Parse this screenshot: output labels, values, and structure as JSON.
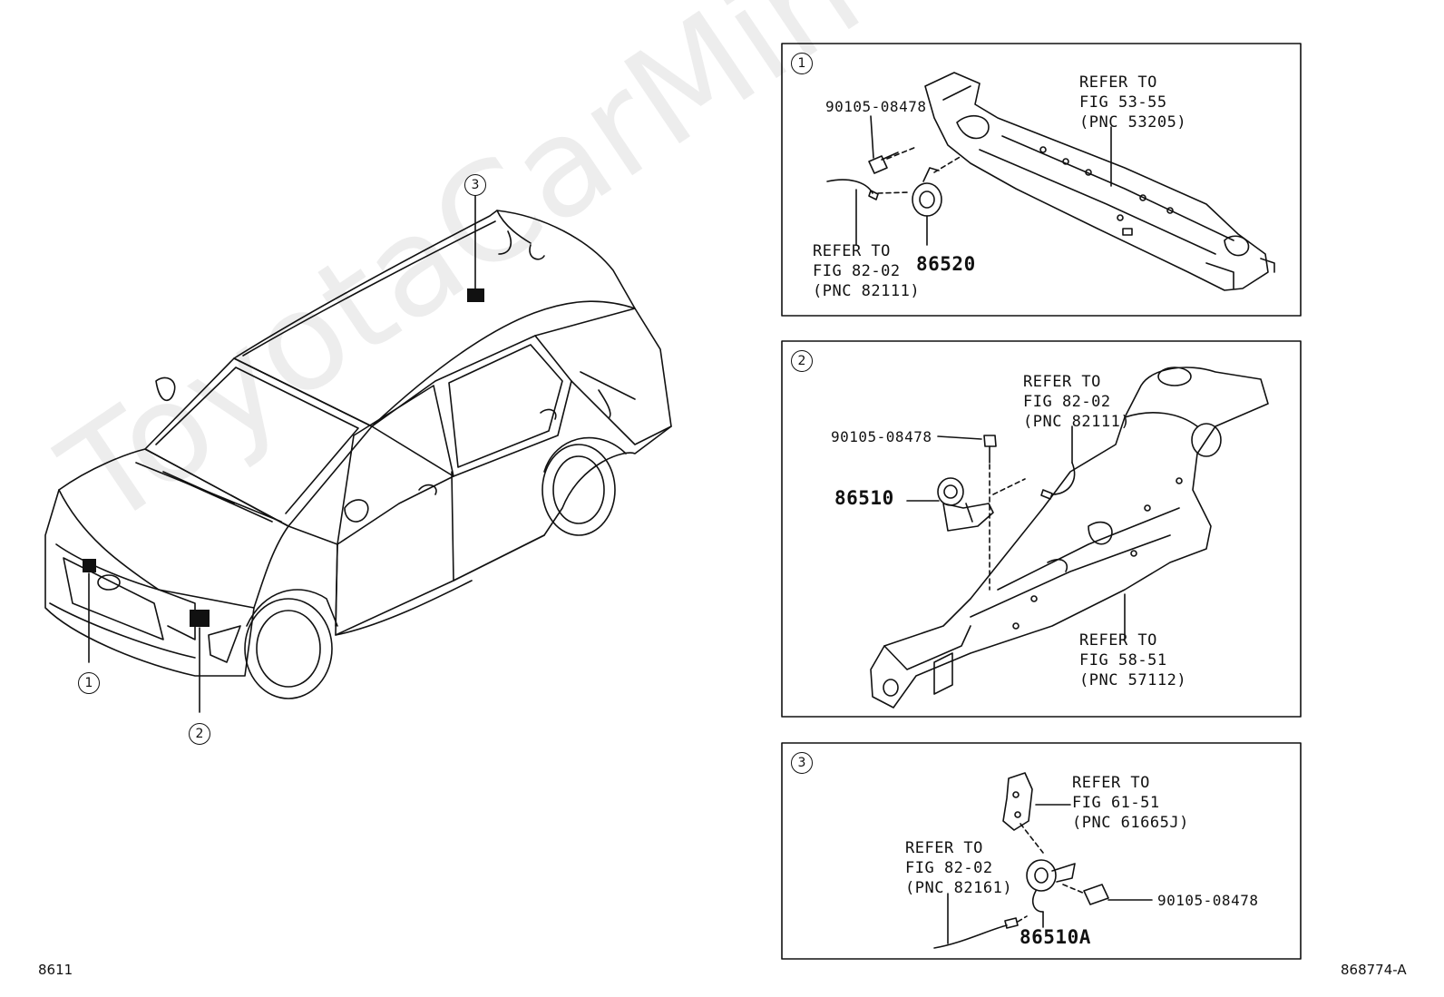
{
  "watermark": "ToyotaCarMine.ru",
  "figure_code": "8611",
  "illustration_id": "868774-A",
  "markers": {
    "one": "1",
    "two": "2",
    "three": "3"
  },
  "panel1": {
    "bolt_part": "90105-08478",
    "refer_frame": [
      "REFER TO",
      "FIG 53-55",
      "(PNC 53205)"
    ],
    "refer_wire": [
      "REFER TO",
      "FIG 82-02",
      "(PNC 82111)"
    ],
    "horn_part": "86520"
  },
  "panel2": {
    "refer_wire": [
      "REFER TO",
      "FIG 82-02",
      "(PNC 82111)"
    ],
    "bolt_part": "90105-08478",
    "horn_part": "86510",
    "refer_frame": [
      "REFER TO",
      "FIG 58-51",
      "(PNC 57112)"
    ]
  },
  "panel3": {
    "refer_bracket": [
      "REFER TO",
      "FIG 61-51",
      "(PNC 61665J)"
    ],
    "refer_wire": [
      "REFER TO",
      "FIG 82-02",
      "(PNC 82161)"
    ],
    "bolt_part": "90105-08478",
    "horn_part": "86510A"
  }
}
